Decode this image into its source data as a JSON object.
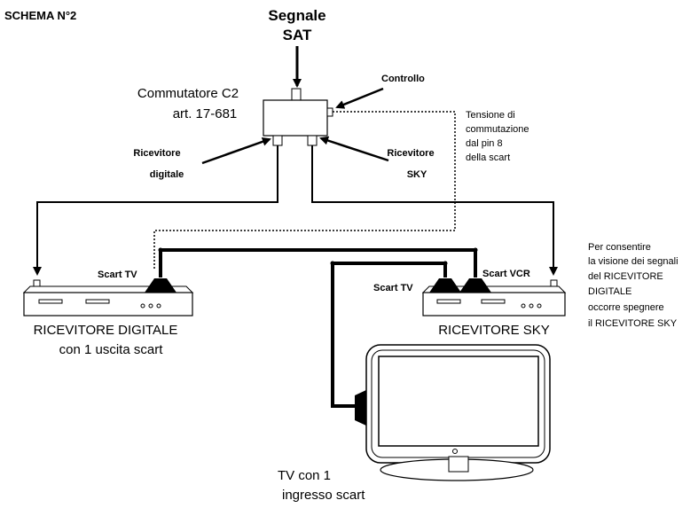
{
  "title": "SCHEMA N°2",
  "signal": {
    "line1": "Segnale",
    "line2": "SAT"
  },
  "switch": {
    "line1": "Commutatore C2",
    "line2": "art. 17-681"
  },
  "control_label": "Controllo",
  "voltage_note": [
    "Tensione di",
    "commutazione",
    "dal pin 8",
    "della scart"
  ],
  "port_digital": [
    "Ricevitore",
    "digitale"
  ],
  "port_sky": [
    "Ricevitore",
    "SKY"
  ],
  "scart_tv_left": "Scart TV",
  "scart_tv_right": "Scart TV",
  "scart_vcr": "Scart VCR",
  "receiver_digital": {
    "line1": "RICEVITORE DIGITALE",
    "line2": "con 1 uscita scart"
  },
  "receiver_sky": {
    "line1": "RICEVITORE SKY"
  },
  "tv": {
    "line1": "TV con 1",
    "line2": "ingresso scart"
  },
  "side_note": [
    "Per consentire",
    "la visione dei segnali",
    "del RICEVITORE",
    "DIGITALE",
    "occorre spegnere",
    "il RICEVITORE SKY"
  ]
}
